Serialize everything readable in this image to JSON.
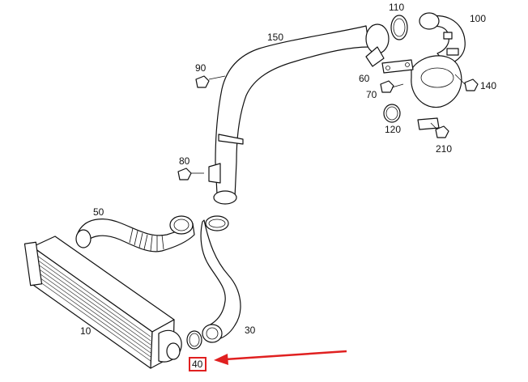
{
  "parts": [
    {
      "id": "charge-air-cooler",
      "number": "10"
    },
    {
      "id": "hose-30",
      "number": "30"
    },
    {
      "id": "seal-ring-40",
      "number": "40"
    },
    {
      "id": "hose-50",
      "number": "50"
    },
    {
      "id": "clip-60",
      "number": "60"
    },
    {
      "id": "bolt-70",
      "number": "70"
    },
    {
      "id": "bolt-80",
      "number": "80"
    },
    {
      "id": "bolt-90",
      "number": "90"
    },
    {
      "id": "elbow-100",
      "number": "100"
    },
    {
      "id": "seal-ring-110",
      "number": "110"
    },
    {
      "id": "seal-ring-120",
      "number": "120"
    },
    {
      "id": "bolt-140",
      "number": "140"
    },
    {
      "id": "charge-pipe-150",
      "number": "150"
    },
    {
      "id": "bolt-210",
      "number": "210"
    }
  ],
  "highlight": {
    "part_number": "40",
    "color": "#e02020"
  },
  "colors": {
    "line": "#111111",
    "arrow": "#e02020"
  }
}
